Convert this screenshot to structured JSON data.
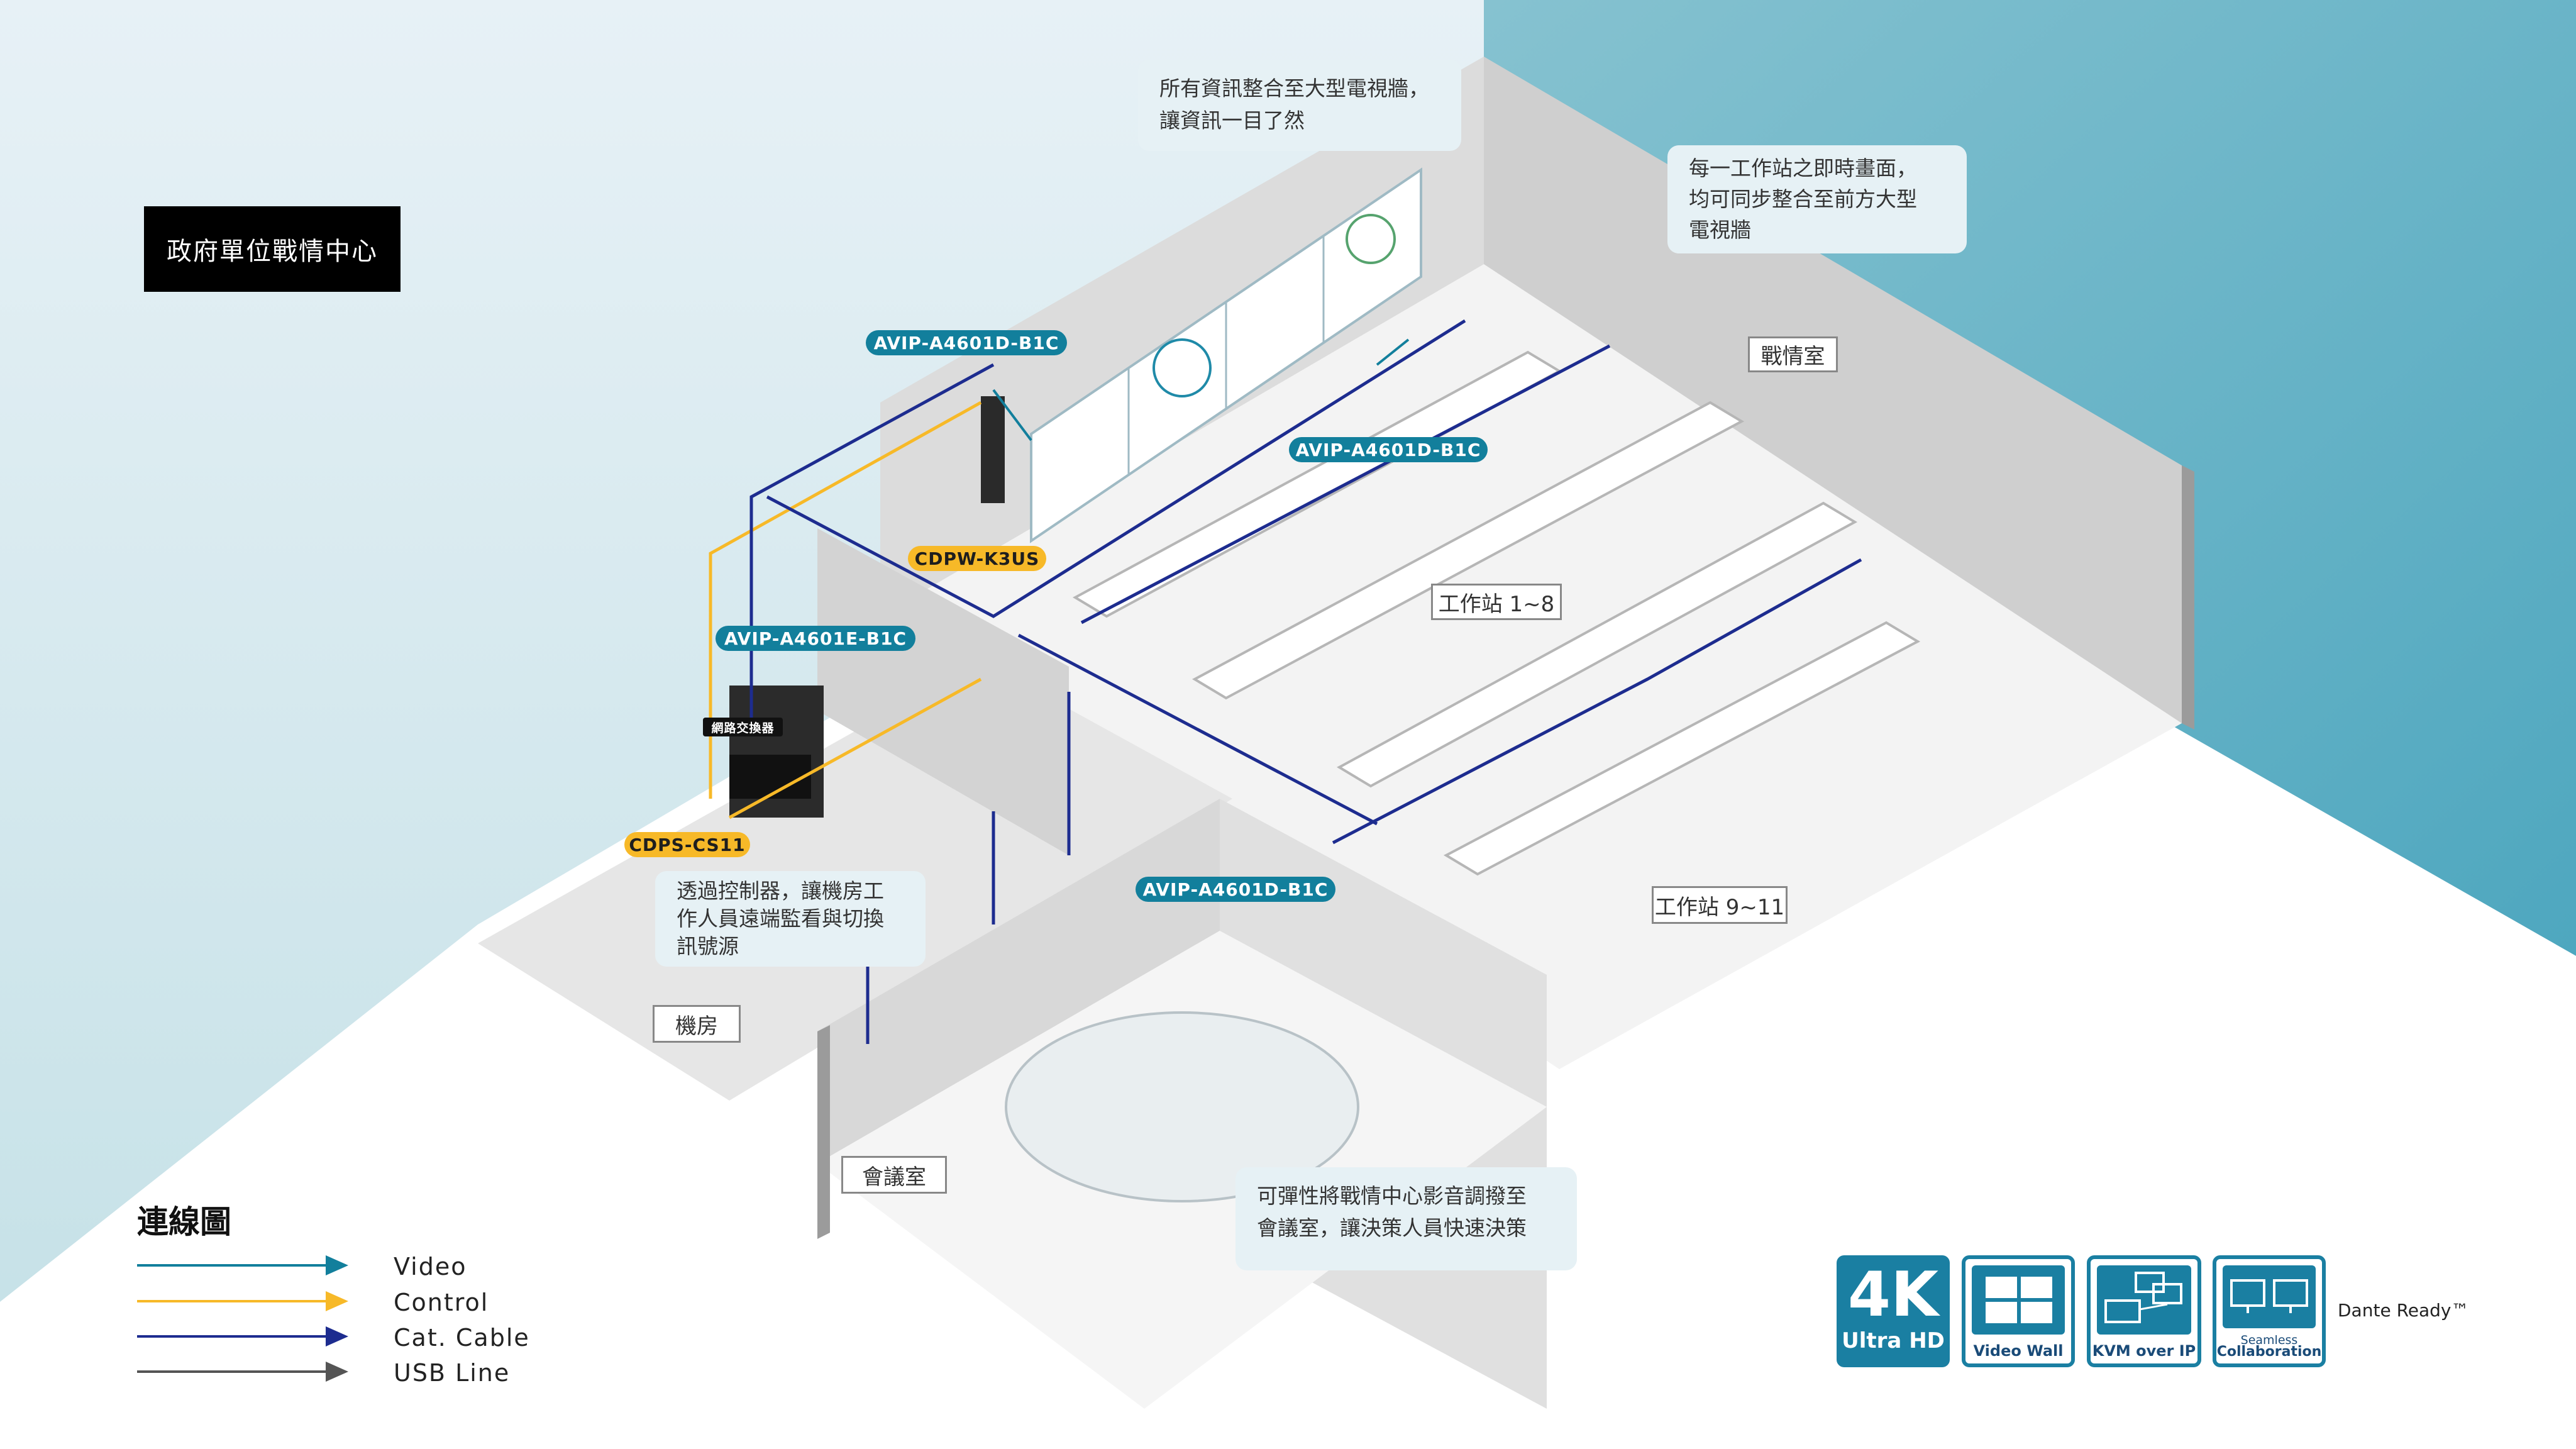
{
  "title": "政府單位戰情中心",
  "callouts": {
    "video_wall": [
      "所有資訊整合至大型電視牆，",
      "讓資訊一目了然"
    ],
    "workstation": [
      "每一工作站之即時畫面，",
      "均可同步整合至前方大型",
      "電視牆"
    ],
    "control": [
      "透過控制器，讓機房工",
      "作人員遠端監看與切換",
      "訊號源"
    ],
    "meeting": [
      "可彈性將戰情中心影音調撥至",
      "會議室，讓決策人員快速決策"
    ]
  },
  "device_tags": {
    "wall_decoder": "AVIP-A4601D-B1C",
    "station_decoder": "AVIP-A4601D-B1C",
    "meeting_decoder": "AVIP-A4601D-B1C",
    "encoder": "AVIP-A4601E-B1C",
    "kvm": "CDPW-K3US",
    "controller": "CDPS-CS11",
    "switch": "網路交換器"
  },
  "rooms": {
    "war_room": "戰情室",
    "stations_1_8": "工作站 1~8",
    "stations_9_11": "工作站 9~11",
    "server_room": "機房",
    "meeting_room": "會議室"
  },
  "legend": {
    "title": "連線圖",
    "items": [
      {
        "label": "Video",
        "color": "#127f9c"
      },
      {
        "label": "Control",
        "color": "#f7b928"
      },
      {
        "label": "Cat. Cable",
        "color": "#1d2c8f"
      },
      {
        "label": "USB Line",
        "color": "#555555"
      }
    ]
  },
  "badges": {
    "k4_big": "4K",
    "k4_small": "Ultra HD",
    "video_wall": "Video Wall",
    "kvm": "KVM over IP",
    "collab_small": "Seamless",
    "collab": "Collaboration",
    "dante": "Dante Ready™"
  },
  "colors": {
    "accent": "#127f9c",
    "control": "#f7b928",
    "cat_cable": "#1d2c8f",
    "usb": "#555555"
  }
}
